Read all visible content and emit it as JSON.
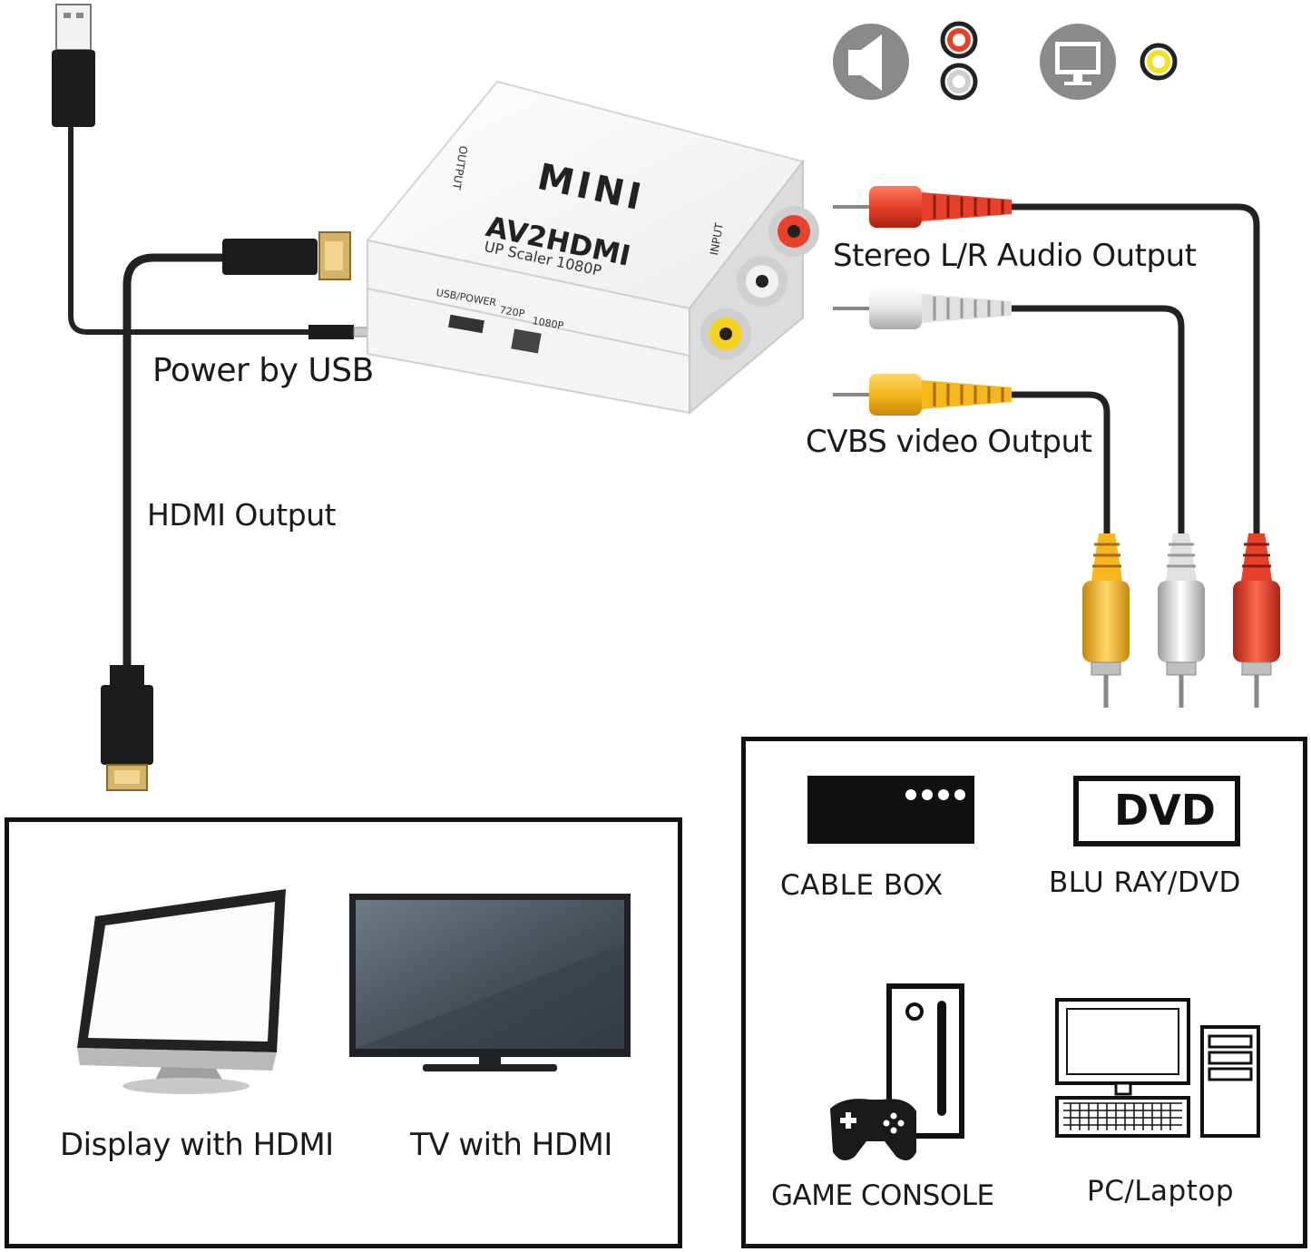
{
  "adapter": {
    "brand": "MINI",
    "model": "AV2HDMI",
    "subtitle": "UP Scaler 1080P",
    "output_port_label": "OUTPUT",
    "input_port_label": "INPUT",
    "usb_power_label": "USB/POWER",
    "switch_720_label": "720P",
    "switch_1080_label": "1080P"
  },
  "callouts": {
    "stereo_audio": "Stereo L/R Audio Output",
    "cvbs_video": "CVBS video Output",
    "power_usb": "Power by USB",
    "hdmi_output": "HDMI Output"
  },
  "output_devices": {
    "display": "Display with HDMI",
    "tv": "TV with HDMI"
  },
  "source_devices": {
    "cable_box": "CABLE BOX",
    "dvd_logo": "DVD",
    "blu_ray": "BLU RAY/DVD",
    "game_console": "GAME CONSOLE",
    "pc": "PC/Laptop"
  },
  "colors": {
    "red_plug": "#e8412b",
    "white_plug": "#e6e6e6",
    "yellow_plug": "#f4b71c",
    "cable": "#222222",
    "icon_gray": "#8a8a8a"
  }
}
